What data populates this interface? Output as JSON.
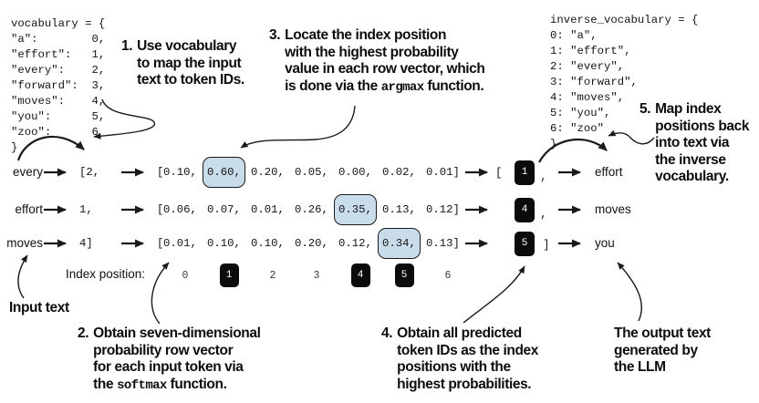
{
  "code_blocks": {
    "vocabulary": [
      "vocabulary = {",
      "\"a\":        0,",
      "\"effort\":   1,",
      "\"every\":    2,",
      "\"forward\":  3,",
      "\"moves\":    4,",
      "\"you\":      5,",
      "\"zoo\":      6",
      "}"
    ],
    "inverse_vocabulary": [
      "inverse_vocabulary = {",
      "0: \"a\",",
      "1: \"effort\",",
      "2: \"every\",",
      "3: \"forward\",",
      "4: \"moves\",",
      "5: \"you\",",
      "6: \"zoo\"",
      "}"
    ]
  },
  "annotations": {
    "step1": {
      "number": "1.",
      "text": "Use vocabulary\nto map the input\ntext to token IDs."
    },
    "step2": {
      "number": "2.",
      "text_before": "Obtain seven-dimensional\nprobability row vector\nfor each input token via\nthe ",
      "code": "softmax",
      "text_after": " function."
    },
    "step3": {
      "number": "3.",
      "text_before": "Locate the index position\nwith the highest probability\nvalue in each row vector, which\nis done via the ",
      "code": "argmax",
      "text_after": " function."
    },
    "step4": {
      "number": "4.",
      "text": "Obtain all predicted\ntoken IDs as the index\npositions with the\nhighest probabilities."
    },
    "step5": {
      "number": "5.",
      "text": "Map index\npositions back\ninto text via\nthe inverse\nvocabulary."
    },
    "input_label": "Input text",
    "output_label": "The output text\ngenerated by\nthe LLM"
  },
  "rows": [
    {
      "input": "every",
      "token_id": "[2,",
      "vector_open": "[",
      "values": [
        "0.10,",
        "0.60,",
        "0.20,",
        "0.05,",
        "0.00,",
        "0.02,",
        "0.01]"
      ],
      "highlight_index": 1,
      "output_open": "[",
      "output_id": "1",
      "output_sep": ",",
      "output_word": "effort"
    },
    {
      "input": "effort",
      "token_id": "1,",
      "vector_open": "[",
      "values": [
        "0.06,",
        "0.07,",
        "0.01,",
        "0.26,",
        "0.35,",
        "0.13,",
        "0.12]"
      ],
      "highlight_index": 4,
      "output_id": "4",
      "output_sep": ",",
      "output_word": "moves"
    },
    {
      "input": "moves",
      "token_id": "4]",
      "vector_open": "[",
      "values": [
        "0.01,",
        "0.10,",
        "0.10,",
        "0.20,",
        "0.12,",
        "0.34,",
        "0.13]"
      ],
      "highlight_index": 5,
      "output_id": "5",
      "output_sep": "]",
      "output_word": "you"
    }
  ],
  "index_row": {
    "label": "Index position:",
    "positions": [
      "0",
      "1",
      "2",
      "3",
      "4",
      "5",
      "6"
    ],
    "boxed_positions": [
      1,
      4,
      5
    ]
  },
  "colors": {
    "highlight_fill": "#c9dcea",
    "highlight_border": "#1b1b1b",
    "token_box": "#0b0b0b",
    "token_box_text": "#ffffff",
    "arrow": "#1a1a1a",
    "text": "#111111"
  }
}
